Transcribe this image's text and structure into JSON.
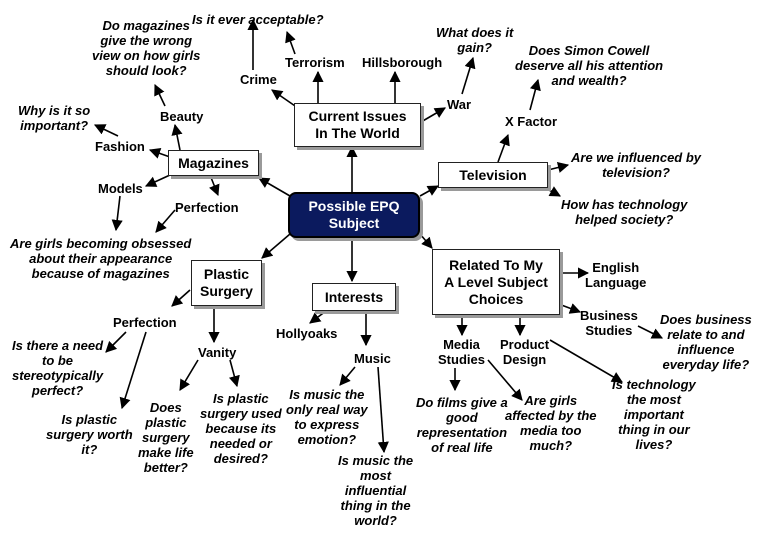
{
  "central": "Possible EPQ\nSubject",
  "boxes": {
    "current_issues": "Current Issues\nIn The World",
    "magazines": "Magazines",
    "television": "Television",
    "plastic_surgery": "Plastic\nSurgery",
    "interests": "Interests",
    "related": "Related To My\nA Level Subject\nChoices"
  },
  "labels": {
    "crime": "Crime",
    "terrorism": "Terrorism",
    "hillsborough": "Hillsborough",
    "war": "War",
    "beauty": "Beauty",
    "fashion": "Fashion",
    "models": "Models",
    "perfection_mag": "Perfection",
    "x_factor": "X Factor",
    "perfection_ps": "Perfection",
    "vanity": "Vanity",
    "hollyoaks": "Hollyoaks",
    "music": "Music",
    "english": "English\nLanguage",
    "business": "Business\nStudies",
    "media": "Media\nStudies",
    "product": "Product\nDesign"
  },
  "questions": {
    "ever_acceptable": "Is it ever acceptable?",
    "wrong_view": "Do magazines\ngive the wrong\nview on how girls\nshould look?",
    "what_gain": "What does it\ngain?",
    "simon_cowell": "Does Simon Cowell\ndeserve all his attention\nand wealth?",
    "so_important": "Why is it so\nimportant?",
    "influenced_tv": "Are we influenced by\ntelevision?",
    "tech_helped": "How has technology\nhelped society?",
    "obsessed": "Are girls becoming obsessed\nabout their appearance\nbecause of magazines",
    "need_perfect": "Is there a need\nto be\nstereotypically\nperfect?",
    "ps_worth": "Is plastic\nsurgery worth\nit?",
    "ps_better": "Does\nplastic\nsurgery\nmake life\nbetter?",
    "ps_needed": "Is plastic\nsurgery used\nbecause its\nneeded or\ndesired?",
    "music_express": "Is music the\nonly real way\nto express\nemotion?",
    "music_influential": "Is music the\nmost\ninfluential\nthing in the\nworld?",
    "films_real": "Do films give a\ngood\nrepresentation\nof real life",
    "girls_media": "Are girls\naffected by the\nmedia too\nmuch?",
    "tech_important": "Is technology\nthe most\nimportant\nthing in our\nlives?",
    "business_relate": "Does business\nrelate to and\ninfluence\neveryday life?"
  }
}
